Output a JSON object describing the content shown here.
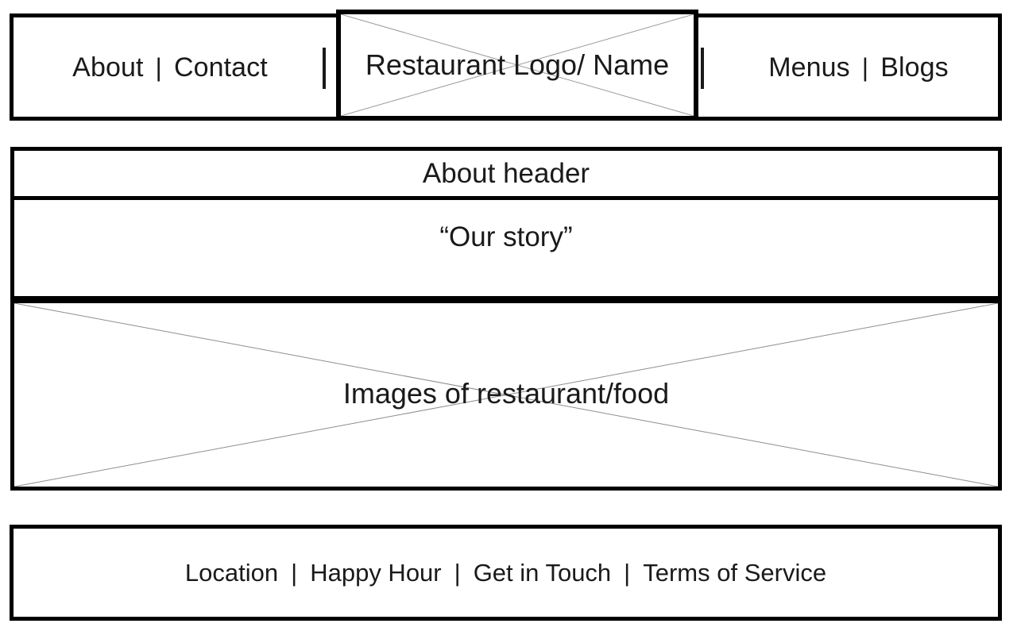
{
  "page": {
    "title": "Restaurant About Page Wireframe",
    "background_color": "#ffffff",
    "ink_color": "#000000",
    "placeholder_line_color": "#9a9a9a"
  },
  "navbar": {
    "left_links": [
      "About",
      "Contact"
    ],
    "right_links": [
      "Menus",
      "Blogs"
    ],
    "separator": "|",
    "logo_placeholder": {
      "label": "Restaurant Logo/ Name",
      "placeholder_type": "image-cross"
    }
  },
  "content": {
    "about_header": "About header",
    "our_story": "“Our story”",
    "images_placeholder": {
      "label": "Images of restaurant/food",
      "placeholder_type": "image-cross"
    }
  },
  "footer": {
    "links": [
      "Location",
      "Happy Hour",
      "Get in Touch",
      "Terms of Service"
    ],
    "separator": "|"
  }
}
